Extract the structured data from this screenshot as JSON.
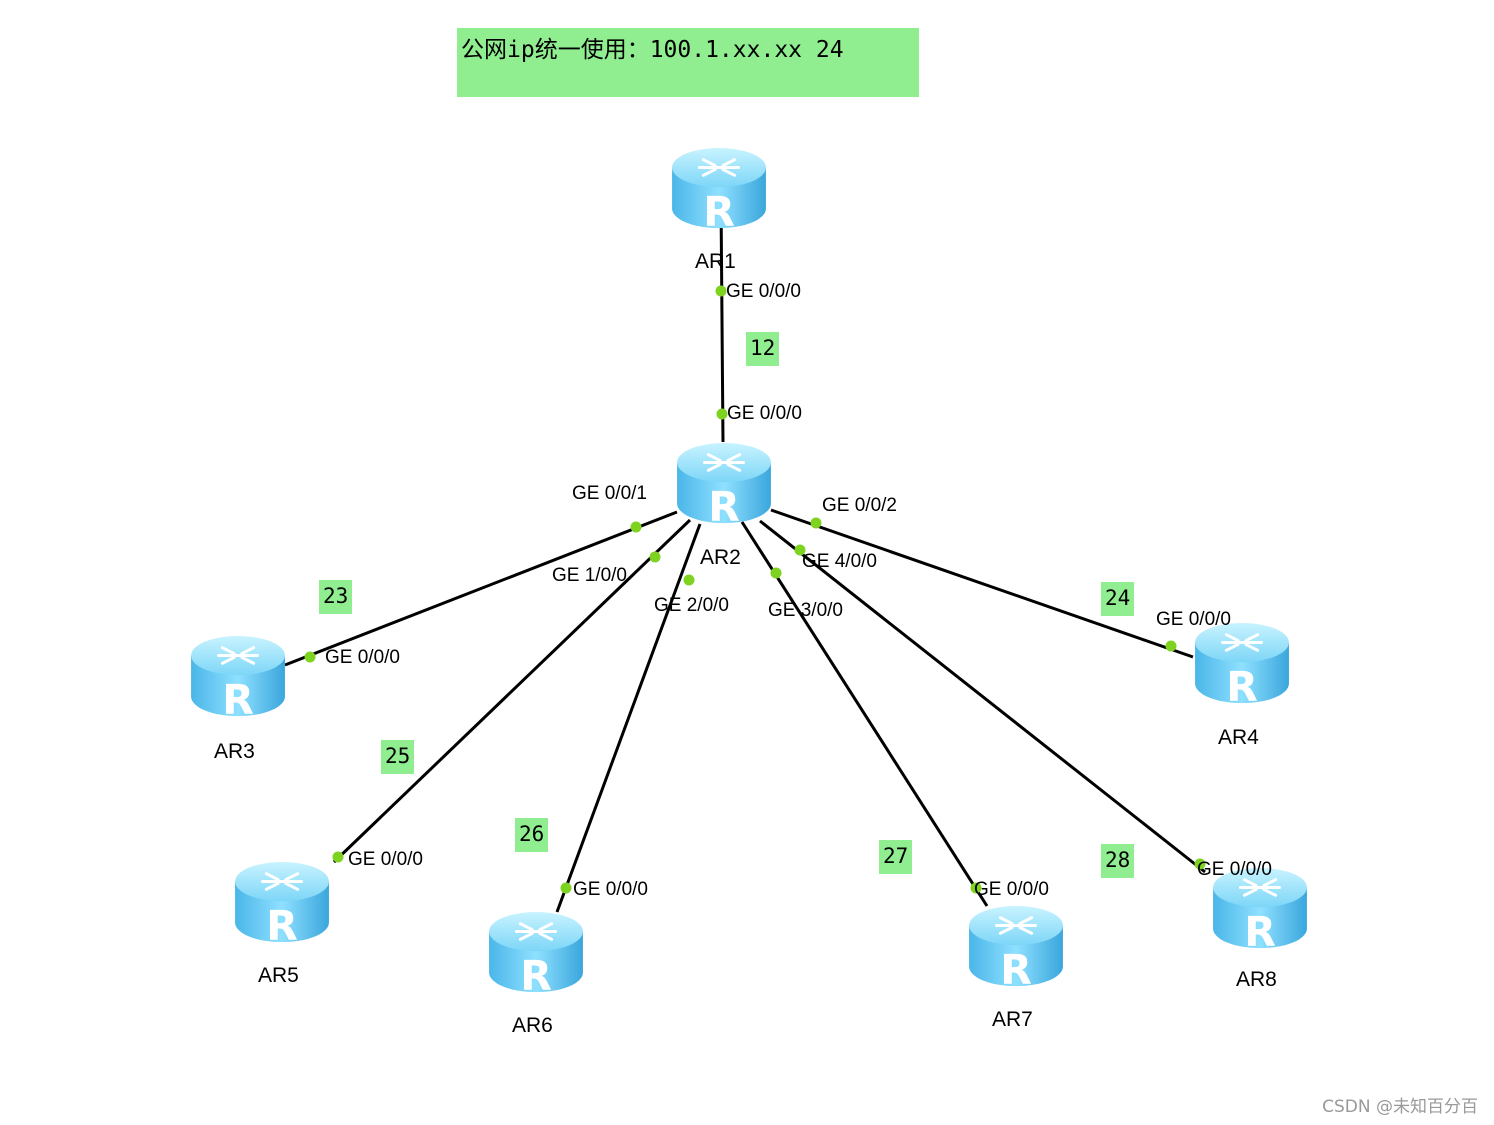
{
  "header_note": "公网ip统一使用：100.1.xx.xx 24",
  "colors": {
    "note_bg": "#90ee90",
    "port_dot": "#7ed321",
    "link": "#000000",
    "router": "#5cc9f2"
  },
  "icons": {
    "router": "router-icon"
  },
  "devices": [
    {
      "id": "AR1",
      "label": "AR1"
    },
    {
      "id": "AR2",
      "label": "AR2"
    },
    {
      "id": "AR3",
      "label": "AR3"
    },
    {
      "id": "AR4",
      "label": "AR4"
    },
    {
      "id": "AR5",
      "label": "AR5"
    },
    {
      "id": "AR6",
      "label": "AR6"
    },
    {
      "id": "AR7",
      "label": "AR7"
    },
    {
      "id": "AR8",
      "label": "AR8"
    }
  ],
  "links": [
    {
      "from": "AR1",
      "from_port": "GE 0/0/0",
      "to": "AR2",
      "to_port": "GE 0/0/0",
      "segment": "12"
    },
    {
      "from": "AR2",
      "from_port": "GE 0/0/1",
      "to": "AR3",
      "to_port": "GE 0/0/0",
      "segment": "23"
    },
    {
      "from": "AR2",
      "from_port": "GE 0/0/2",
      "to": "AR4",
      "to_port": "GE 0/0/0",
      "segment": "24"
    },
    {
      "from": "AR2",
      "from_port": "GE 1/0/0",
      "to": "AR5",
      "to_port": "GE 0/0/0",
      "segment": "25"
    },
    {
      "from": "AR2",
      "from_port": "GE 2/0/0",
      "to": "AR6",
      "to_port": "GE 0/0/0",
      "segment": "26"
    },
    {
      "from": "AR2",
      "from_port": "GE 3/0/0",
      "to": "AR7",
      "to_port": "GE 0/0/0",
      "segment": "27"
    },
    {
      "from": "AR2",
      "from_port": "GE 4/0/0",
      "to": "AR8",
      "to_port": "GE 0/0/0",
      "segment": "28"
    }
  ],
  "watermark": "CSDN @未知百分百"
}
